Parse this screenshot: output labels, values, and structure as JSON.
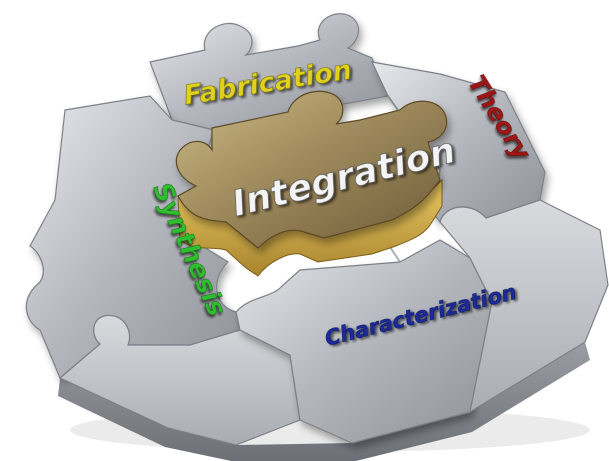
{
  "labels": {
    "fabrication": "Fabrication",
    "theory": "Theory",
    "integration": "Integration",
    "synthesis": "Synthesis",
    "characterization": "Characterization"
  },
  "colors": {
    "fabrication": "#e0d21a",
    "theory": "#a01818",
    "integration": "#f4f4f4",
    "synthesis": "#2fbf2f",
    "characterization": "#1a2a9a",
    "gold_piece": "#b9a36a",
    "silver_piece": "#b4b7bd"
  }
}
